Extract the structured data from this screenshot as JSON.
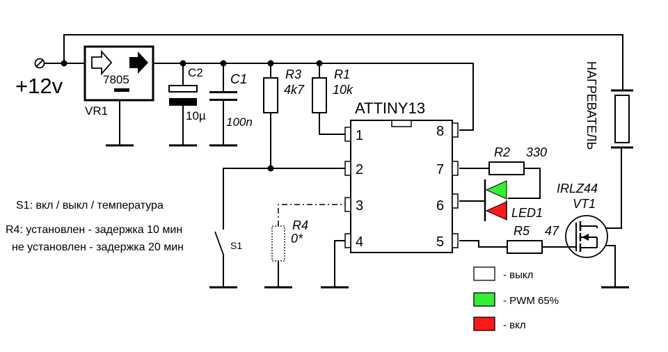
{
  "power": {
    "label": "+12v"
  },
  "regulator": {
    "code": "7805",
    "name": "VR1"
  },
  "c2": {
    "name": "C2",
    "value": "10µ"
  },
  "c1": {
    "name": "C1",
    "value": "100n"
  },
  "r3": {
    "name": "R3",
    "value": "4k7"
  },
  "r1": {
    "name": "R1",
    "value": "10k"
  },
  "mcu": {
    "name": "ATTINY13",
    "pins": [
      "1",
      "2",
      "3",
      "4",
      "5",
      "6",
      "7",
      "8"
    ]
  },
  "r2": {
    "name": "R2",
    "value": "330"
  },
  "led": {
    "name": "LED1"
  },
  "mosfet": {
    "name": "IRLZ44",
    "ref": "VT1"
  },
  "r5": {
    "name": "R5",
    "value": "47"
  },
  "r4": {
    "name": "R4",
    "value": "0*"
  },
  "switch": {
    "name": "S1"
  },
  "heater": {
    "label": "НАГРЕВАТЕЛЬ"
  },
  "notes": {
    "s1": "S1: вкл / выкл / температура",
    "r4_on": "R4: установлен - задержка 10 мин",
    "r4_off": "не установлен - задержка 20 мин"
  },
  "legend": [
    {
      "color": "#ffffff",
      "label": "- выкл"
    },
    {
      "color": "#33ee33",
      "label": "- PWM 65%"
    },
    {
      "color": "#ff1a1a",
      "label": "- вкл"
    }
  ],
  "colors": {
    "led_green": "#33ee33",
    "led_red": "#ff1a1a"
  }
}
